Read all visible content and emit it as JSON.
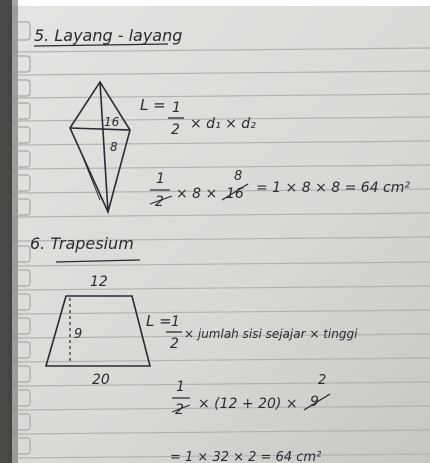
{
  "photo": {
    "paper_color": "#dcdcda",
    "shadow_color": "#a9a7a3",
    "line_color": "#b9b7b3",
    "ink_color": "#2a2a34"
  },
  "section5": {
    "heading": "5. Layang - layang",
    "diagram": {
      "d1_half": "16",
      "d2_half": "8"
    },
    "formula": {
      "lhs": "L =",
      "frac_num": "1",
      "frac_den": "2",
      "rest": "× d₁ × d₂"
    },
    "calc": {
      "frac_num": "1",
      "frac_den": "2",
      "times": "× 8 ×",
      "struck": "16",
      "above": "8",
      "result": "= 1 × 8 × 8   = 64  cm²"
    }
  },
  "section6": {
    "heading": "6. Trapesium",
    "diagram": {
      "top": "12",
      "height": "9",
      "bottom": "20"
    },
    "formula": {
      "lhs": "L =",
      "frac_num": "1",
      "frac_den": "2",
      "rest": "× jumlah sisi sejajar × tinggi"
    },
    "calc": {
      "frac_num": "1",
      "frac_den": "2",
      "paren": "× (12 + 20) ×",
      "struck": "9",
      "above": "2"
    },
    "result": "= 1 × 32 × 2  = 64 cm²"
  }
}
